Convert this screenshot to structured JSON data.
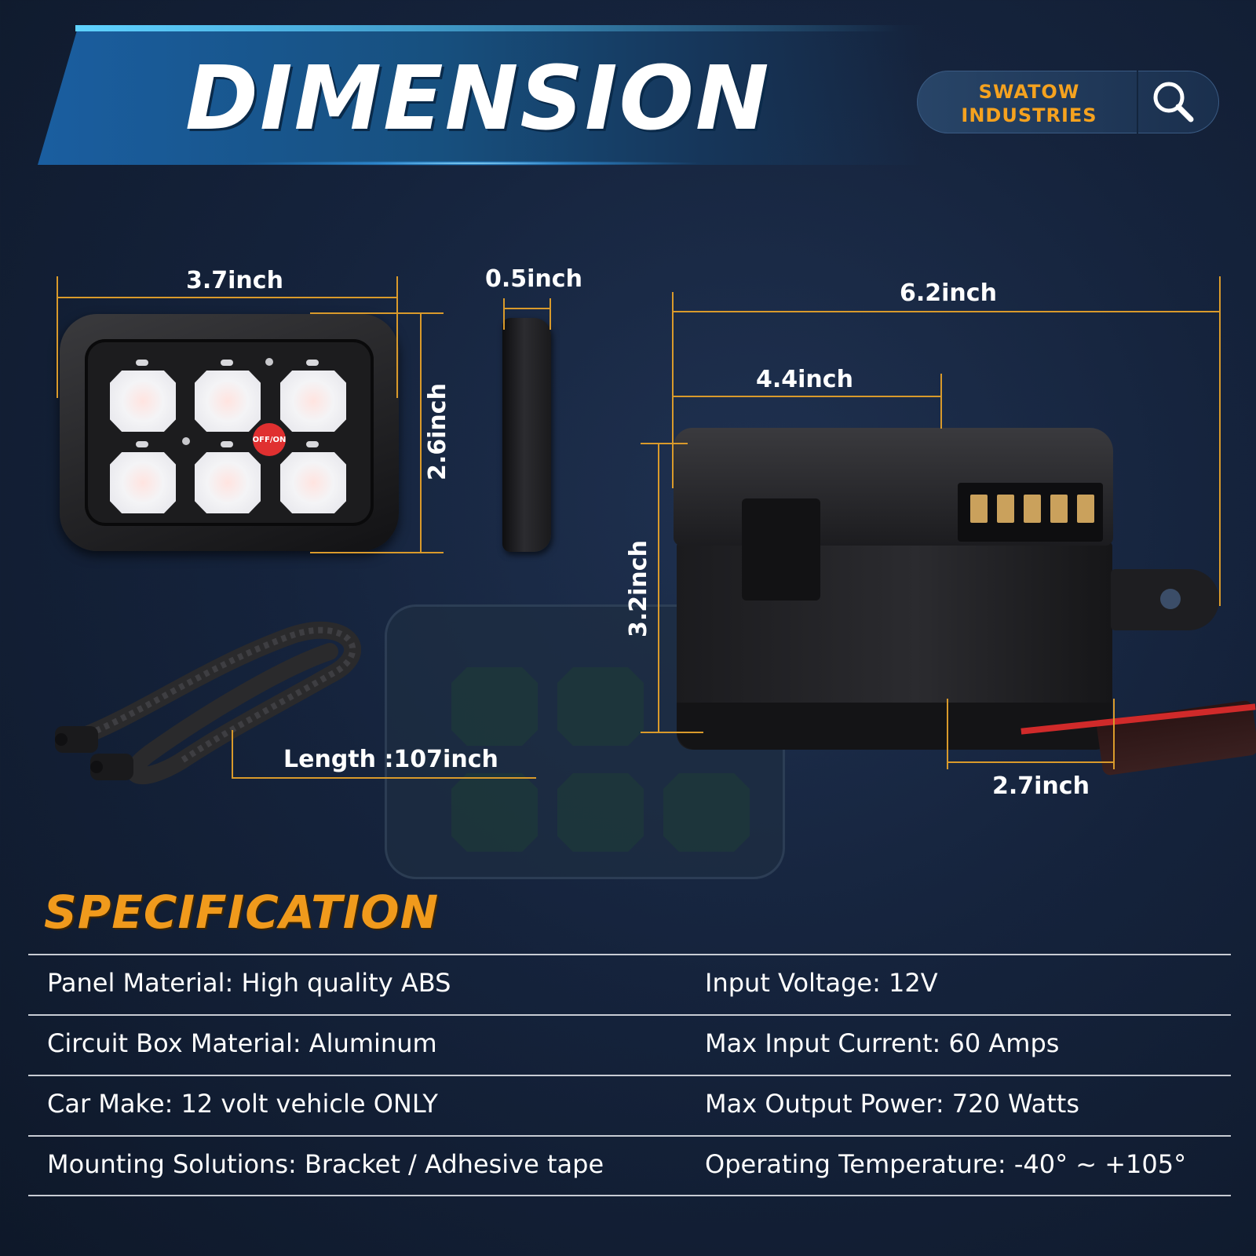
{
  "header": {
    "title": "DIMENSION",
    "brand_line1": "SWATOW",
    "brand_line2": "INDUSTRIES",
    "accent_color": "#1a5ea0",
    "brand_color": "#f5a21f",
    "search_icon": "search-icon"
  },
  "dimensions": {
    "panel_width": "3.7inch",
    "panel_height": "2.6inch",
    "panel_depth": "0.5inch",
    "box_total_width": "6.2inch",
    "box_body_width": "4.4inch",
    "box_height": "3.2inch",
    "box_depth": "2.7inch",
    "cable_length": "Length :107inch",
    "line_color": "#d99a2b"
  },
  "panel": {
    "switch_label": "OFF/ON",
    "switch_color": "#e03030"
  },
  "specification": {
    "title": "SPECIFICATION",
    "title_color": "#f09a1c",
    "rows": [
      {
        "left": "Panel Material: High quality ABS",
        "right": "Input Voltage: 12V"
      },
      {
        "left": "Circuit Box Material: Aluminum",
        "right": "Max Input Current: 60 Amps"
      },
      {
        "left": "Car Make: 12 volt vehicle ONLY",
        "right": "Max Output Power: 720 Watts"
      },
      {
        "left": "Mounting Solutions: Bracket / Adhesive tape",
        "right": "Operating Temperature: -40° ~ +105°"
      }
    ]
  }
}
